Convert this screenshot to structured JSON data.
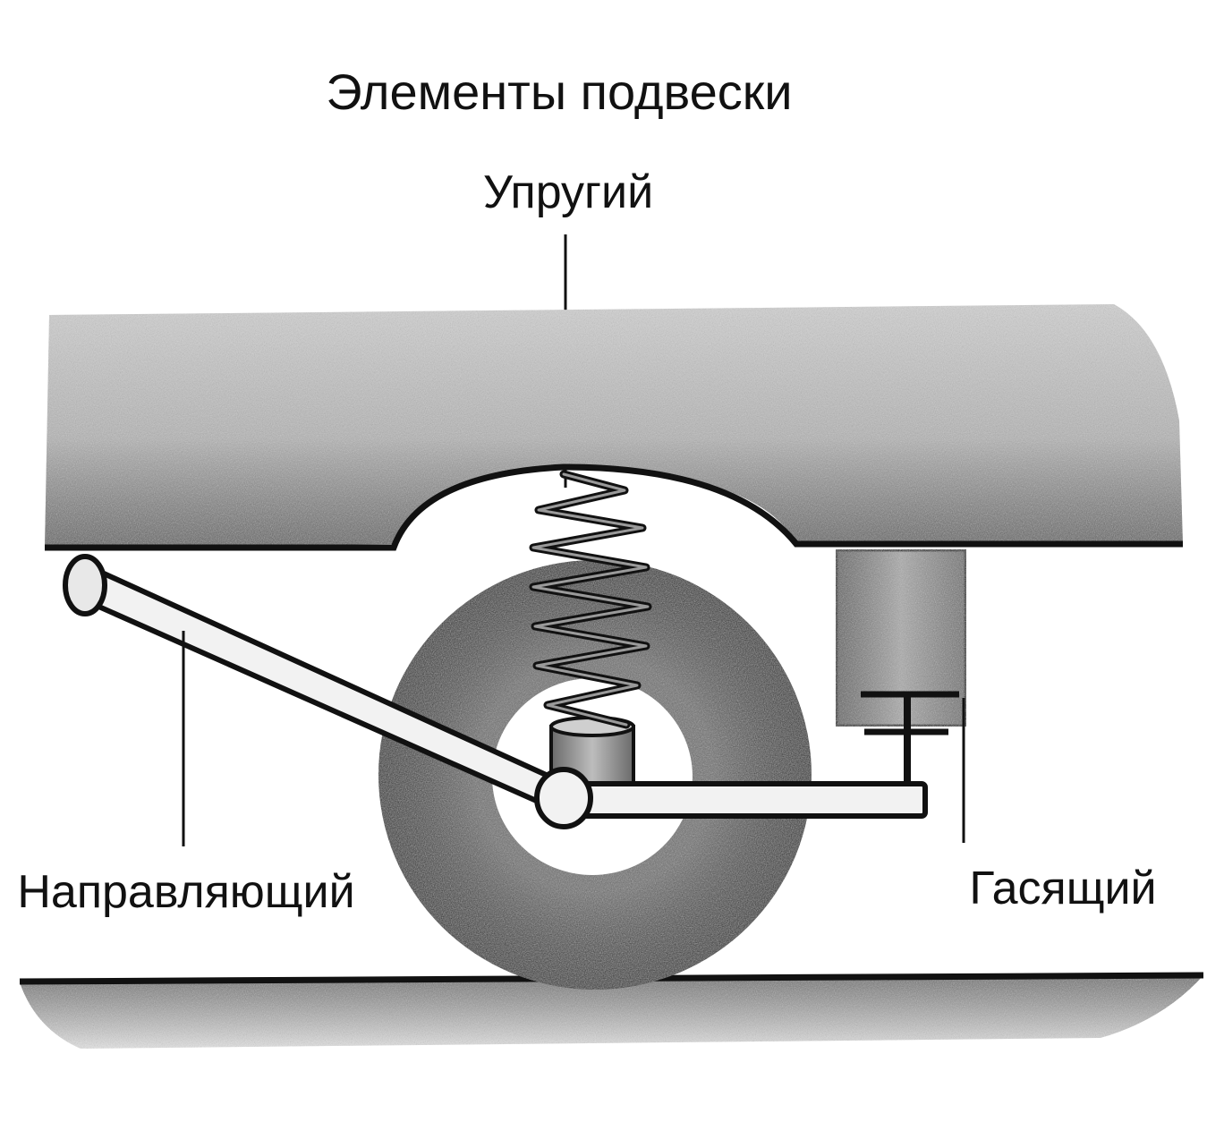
{
  "title": "Элементы подвески",
  "labels": {
    "elastic": "Упругий",
    "guiding": "Направляющий",
    "damping": "Гасящий"
  },
  "colors": {
    "ink": "#111111",
    "body_fill": "#b9b9b9",
    "body_dark": "#6e6e6e",
    "tire": "#3a3a3a",
    "ground": "#1a1a1a",
    "damper": "#8a8a8a",
    "arm": "#f2f2f2"
  }
}
